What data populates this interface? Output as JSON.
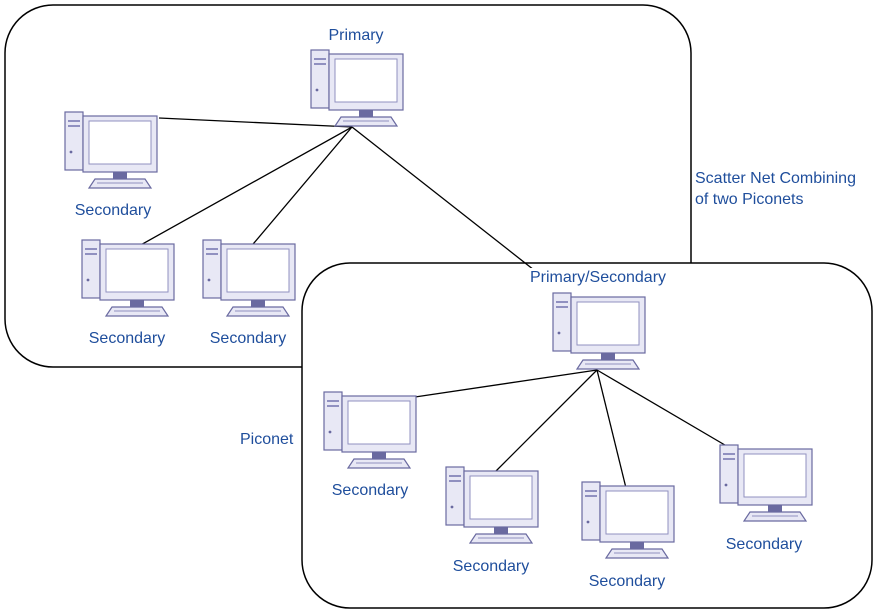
{
  "labels": {
    "primary": "Primary",
    "secondary_tl": "Secondary",
    "secondary_b1": "Secondary",
    "secondary_b2": "Secondary",
    "primary_secondary": "Primary/Secondary",
    "secondary_r1": "Secondary",
    "secondary_r2": "Secondary",
    "secondary_r3": "Secondary",
    "secondary_r4": "Secondary",
    "scatter_line1": "Scatter Net Combining",
    "scatter_line2": "of two Piconets",
    "piconet": "Piconet"
  },
  "colors": {
    "label": "#1f4e9c",
    "outline": "#000000",
    "device_fill": "#e8e8f5",
    "device_stroke": "#6a6aa0",
    "screen": "#ffffff"
  },
  "icons": {
    "device": "desktop-computer-icon"
  }
}
